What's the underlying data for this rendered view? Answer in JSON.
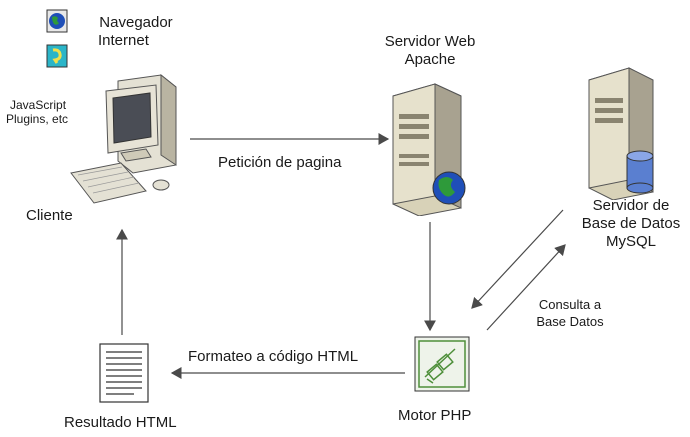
{
  "client": {
    "browser_label_line1": "Navegador",
    "browser_label_line2": "Internet",
    "plugins_label_line1": "JavaScript",
    "plugins_label_line2": "Plugins, etc",
    "label": "Cliente"
  },
  "web_server": {
    "label_line1": "Servidor Web",
    "label_line2": "Apache"
  },
  "db_server": {
    "label_line1": "Servidor de",
    "label_line2": "Base de Datos",
    "label_line3": "MySQL"
  },
  "php_engine": {
    "label": "Motor PHP"
  },
  "result": {
    "label": "Resultado HTML"
  },
  "edges": {
    "page_request": "Petición de pagina",
    "db_query_line1": "Consulta a",
    "db_query_line2": "Base Datos",
    "html_format": "Formateo a código HTML"
  },
  "colors": {
    "server_body": "#d8d2b8",
    "server_shadow": "#8a8470",
    "globe_blue": "#1f4fb8",
    "globe_green": "#2e9a3a",
    "db_cylinder": "#5a7fd0",
    "php_green": "#4e8f3a",
    "line": "#4a4a4a"
  },
  "icons": [
    "globe-icon",
    "plugin-icon",
    "computer-icon",
    "server-icon",
    "database-icon",
    "php-engine-icon",
    "document-icon"
  ]
}
